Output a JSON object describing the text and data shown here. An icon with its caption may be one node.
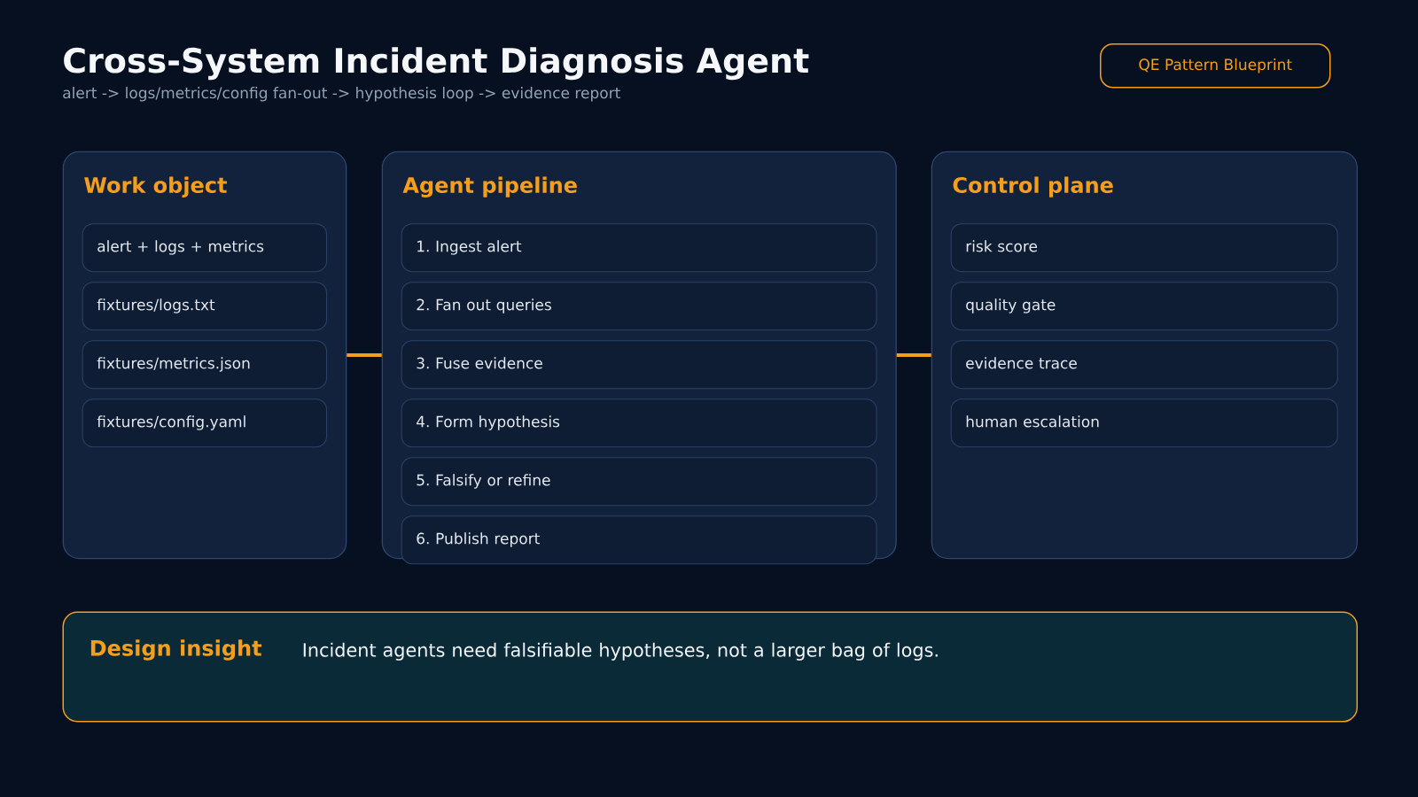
{
  "diagram": {
    "title": "Cross-System Incident Diagnosis Agent",
    "nodes": [
      {
        "text": [
          "QE Pattern Blueprint"
        ]
      },
      {
        "text": [
          "Work object"
        ]
      },
      {
        "text": [
          "alert + logs + metrics"
        ],
        "in": 1
      },
      {
        "text": [
          "fixtures/logs.txt"
        ],
        "in": 1
      },
      {
        "text": [
          "fixtures/metrics.json"
        ],
        "in": 1
      },
      {
        "text": [
          "fixtures/config.yaml"
        ],
        "in": 1
      },
      {
        "text": [
          "Agent pipeline"
        ]
      },
      {
        "text": [
          "1. Ingest alert"
        ],
        "in": 6
      },
      {
        "text": [
          "2. Fan out queries"
        ],
        "in": 6
      },
      {
        "text": [
          "3. Fuse evidence"
        ],
        "in": 6
      },
      {
        "text": [
          "4. Form hypothesis"
        ],
        "in": 6
      },
      {
        "text": [
          "5. Falsify or refine"
        ],
        "in": 6
      },
      {
        "text": [
          "6. Publish report"
        ],
        "in": 6
      },
      {
        "text": [
          "Control plane"
        ]
      },
      {
        "text": [
          "risk score"
        ],
        "in": 13
      },
      {
        "text": [
          "quality gate"
        ],
        "in": 13
      },
      {
        "text": [
          "evidence trace"
        ],
        "in": 13
      },
      {
        "text": [
          "human escalation"
        ],
        "in": 13
      },
      {
        "text": [
          "Design insight",
          "Incident agents need falsifiable hypotheses, not a larger bag of logs."
        ]
      }
    ],
    "edges": [
      {
        "from": 1,
        "to": 6,
        "arrow": "none"
      },
      {
        "from": 6,
        "to": 13,
        "arrow": "none"
      }
    ],
    "labels": [
      "alert -> logs/metrics/config fan-out -> hypothesis loop -> evidence report"
    ]
  }
}
